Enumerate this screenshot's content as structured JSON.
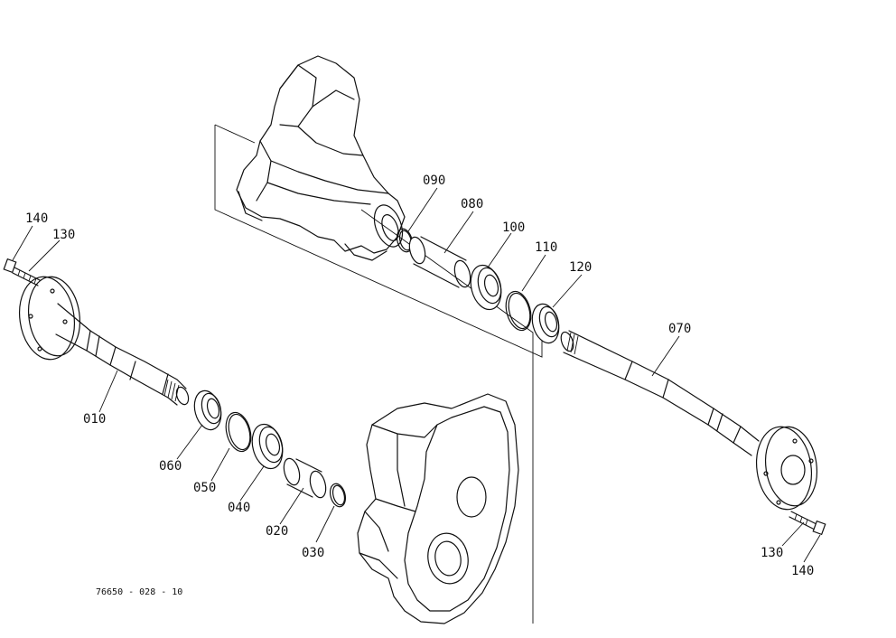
{
  "diagram": {
    "drawing_code": "76650 - 028 - 10",
    "callouts": [
      {
        "id": "lbl-140-left",
        "text": "140"
      },
      {
        "id": "lbl-130-left",
        "text": "130"
      },
      {
        "id": "lbl-010",
        "text": "010"
      },
      {
        "id": "lbl-060",
        "text": "060"
      },
      {
        "id": "lbl-050",
        "text": "050"
      },
      {
        "id": "lbl-040",
        "text": "040"
      },
      {
        "id": "lbl-020",
        "text": "020"
      },
      {
        "id": "lbl-030",
        "text": "030"
      },
      {
        "id": "lbl-090",
        "text": "090"
      },
      {
        "id": "lbl-080",
        "text": "080"
      },
      {
        "id": "lbl-100",
        "text": "100"
      },
      {
        "id": "lbl-110",
        "text": "110"
      },
      {
        "id": "lbl-120",
        "text": "120"
      },
      {
        "id": "lbl-070",
        "text": "070"
      },
      {
        "id": "lbl-130-right",
        "text": "130"
      },
      {
        "id": "lbl-140-right",
        "text": "140"
      }
    ]
  }
}
